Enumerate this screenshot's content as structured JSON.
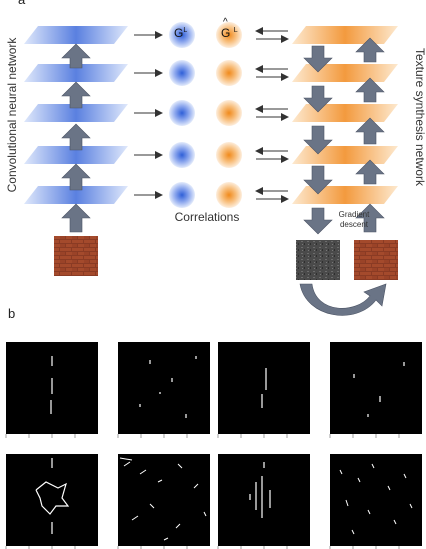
{
  "panels": {
    "a_label": "a",
    "b_label": "b"
  },
  "diagram": {
    "left_network_label": "Convolutional neural network",
    "right_network_label": "Texture synthesis network",
    "correlations_label": "Correlations",
    "gradient_label_line1": "Gradient",
    "gradient_label_line2": "descent",
    "g_label": "G",
    "g_superscript": "L",
    "ghat_label": "G",
    "ghat_hat": "^",
    "ghat_superscript": "L"
  },
  "colors": {
    "blue_layer": "#6f8fe0",
    "orange_layer": "#f5a24a",
    "arrow_fill": "#6a7486",
    "brick": "#8a3b24",
    "noise": "#4b4b4b"
  }
}
